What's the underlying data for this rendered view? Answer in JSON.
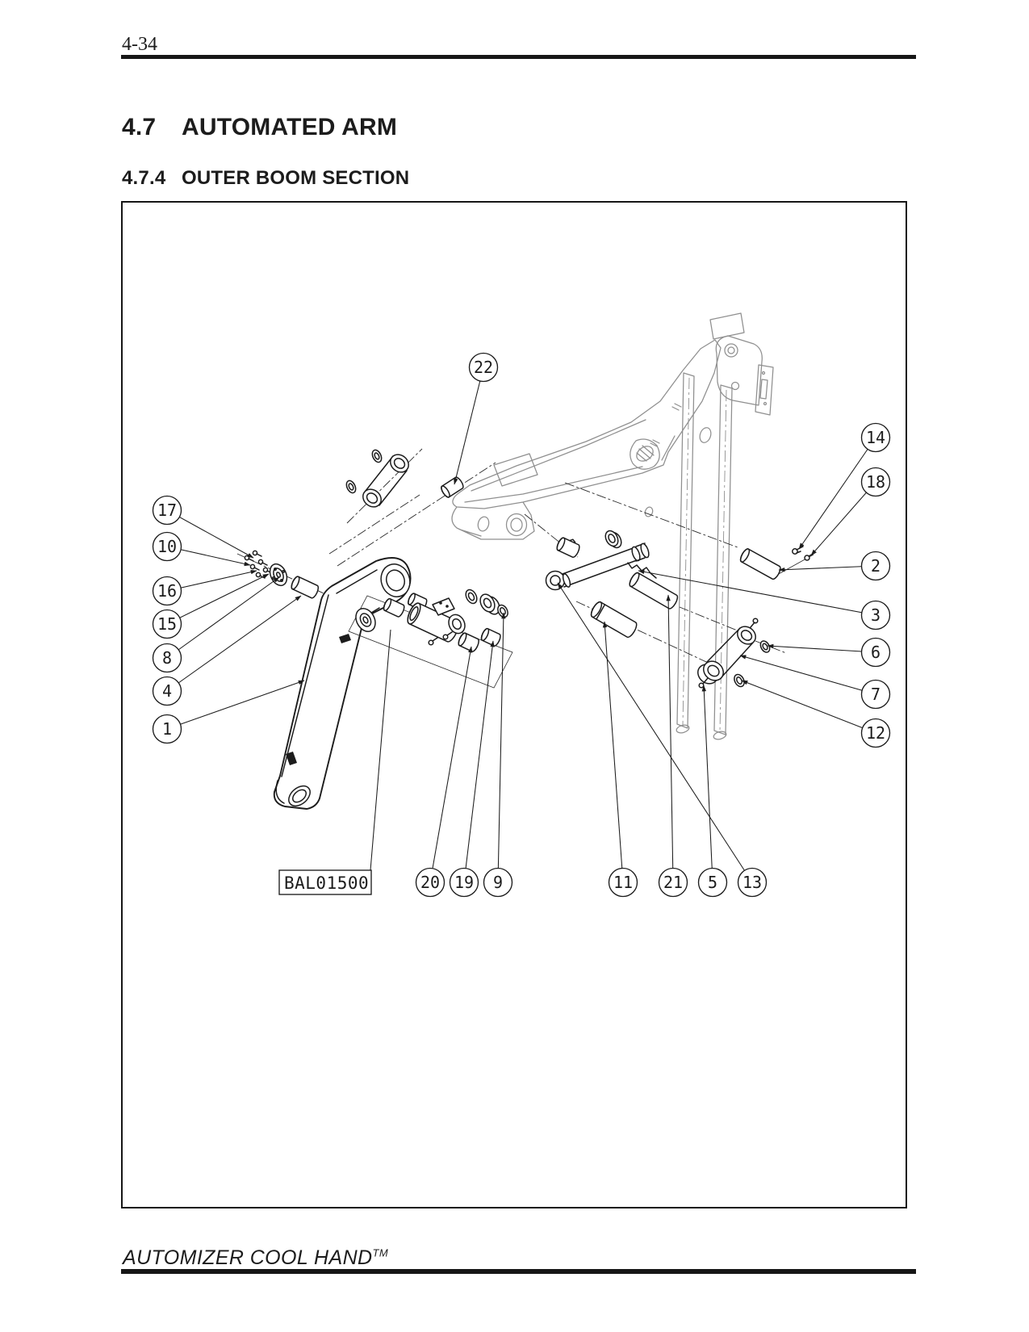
{
  "page": {
    "page_number": "4-34",
    "section_number": "4.7",
    "section_title": "AUTOMATED ARM",
    "subsection_number": "4.7.4",
    "subsection_title": "OUTER BOOM SECTION",
    "footer_product": "AUTOMIZER COOL HAND",
    "footer_trademark": "TM"
  },
  "diagram": {
    "part_label": "BAL01500",
    "callouts": [
      {
        "label": "1"
      },
      {
        "label": "2"
      },
      {
        "label": "3"
      },
      {
        "label": "4"
      },
      {
        "label": "5"
      },
      {
        "label": "6"
      },
      {
        "label": "7"
      },
      {
        "label": "8"
      },
      {
        "label": "9"
      },
      {
        "label": "10"
      },
      {
        "label": "11"
      },
      {
        "label": "12"
      },
      {
        "label": "13"
      },
      {
        "label": "14"
      },
      {
        "label": "15"
      },
      {
        "label": "16"
      },
      {
        "label": "17"
      },
      {
        "label": "18"
      },
      {
        "label": "19"
      },
      {
        "label": "20"
      },
      {
        "label": "21"
      },
      {
        "label": "22"
      }
    ]
  }
}
